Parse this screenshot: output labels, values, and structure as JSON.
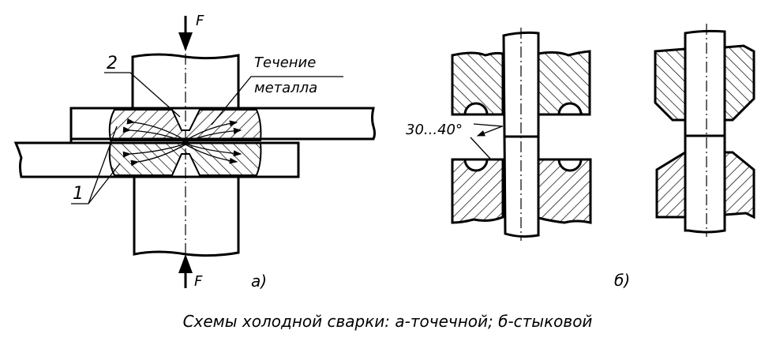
{
  "figure_a": {
    "force_top": "F",
    "force_bottom": "F",
    "label_2": "2",
    "label_1": "1",
    "flow_line1": "Течение",
    "flow_line2": "металла",
    "sub_label": "а)"
  },
  "figure_b": {
    "angle": "30...40°",
    "sub_label": "б)"
  },
  "caption": "Схемы холодной сварки: а-точечной; б-стыковой"
}
